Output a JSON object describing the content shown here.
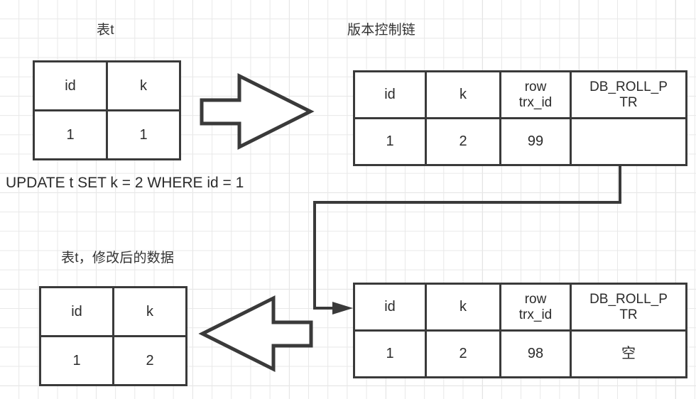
{
  "diagram": {
    "title_top_left": "表t",
    "title_top_right": "版本控制链",
    "title_bottom_left": "表t，修改后的数据",
    "sql_statement": "UPDATE t SET k = 2 WHERE id = 1"
  },
  "table_original": {
    "headers": [
      "id",
      "k"
    ],
    "rows": [
      [
        "1",
        "1"
      ]
    ]
  },
  "table_modified": {
    "headers": [
      "id",
      "k"
    ],
    "rows": [
      [
        "1",
        "2"
      ]
    ]
  },
  "version_row_new": {
    "headers": [
      "id",
      "k",
      "row\ntrx_id",
      "DB_ROLL_P\nTR"
    ],
    "header_id": "id",
    "header_k": "k",
    "header_trx_line1": "row",
    "header_trx_line2": "trx_id",
    "header_ptr_line1": "DB_ROLL_P",
    "header_ptr_line2": "TR",
    "values": {
      "id": "1",
      "k": "2",
      "row_trx_id": "99",
      "db_roll_ptr": ""
    }
  },
  "version_row_old": {
    "header_id": "id",
    "header_k": "k",
    "header_trx_line1": "row",
    "header_trx_line2": "trx_id",
    "header_ptr_line1": "DB_ROLL_P",
    "header_ptr_line2": "TR",
    "values": {
      "id": "1",
      "k": "2",
      "row_trx_id": "98",
      "db_roll_ptr": "空"
    }
  },
  "icons": {
    "arrow_right": "block-arrow-right-icon",
    "arrow_left": "block-arrow-left-icon",
    "rollback_connector": "rollback-pointer-connector"
  },
  "colors": {
    "stroke": "#3a3a3a",
    "text": "#2b2b2b",
    "grid_minor": "#e8e8e8",
    "grid_major": "#dcdcdc",
    "background": "#ffffff"
  }
}
